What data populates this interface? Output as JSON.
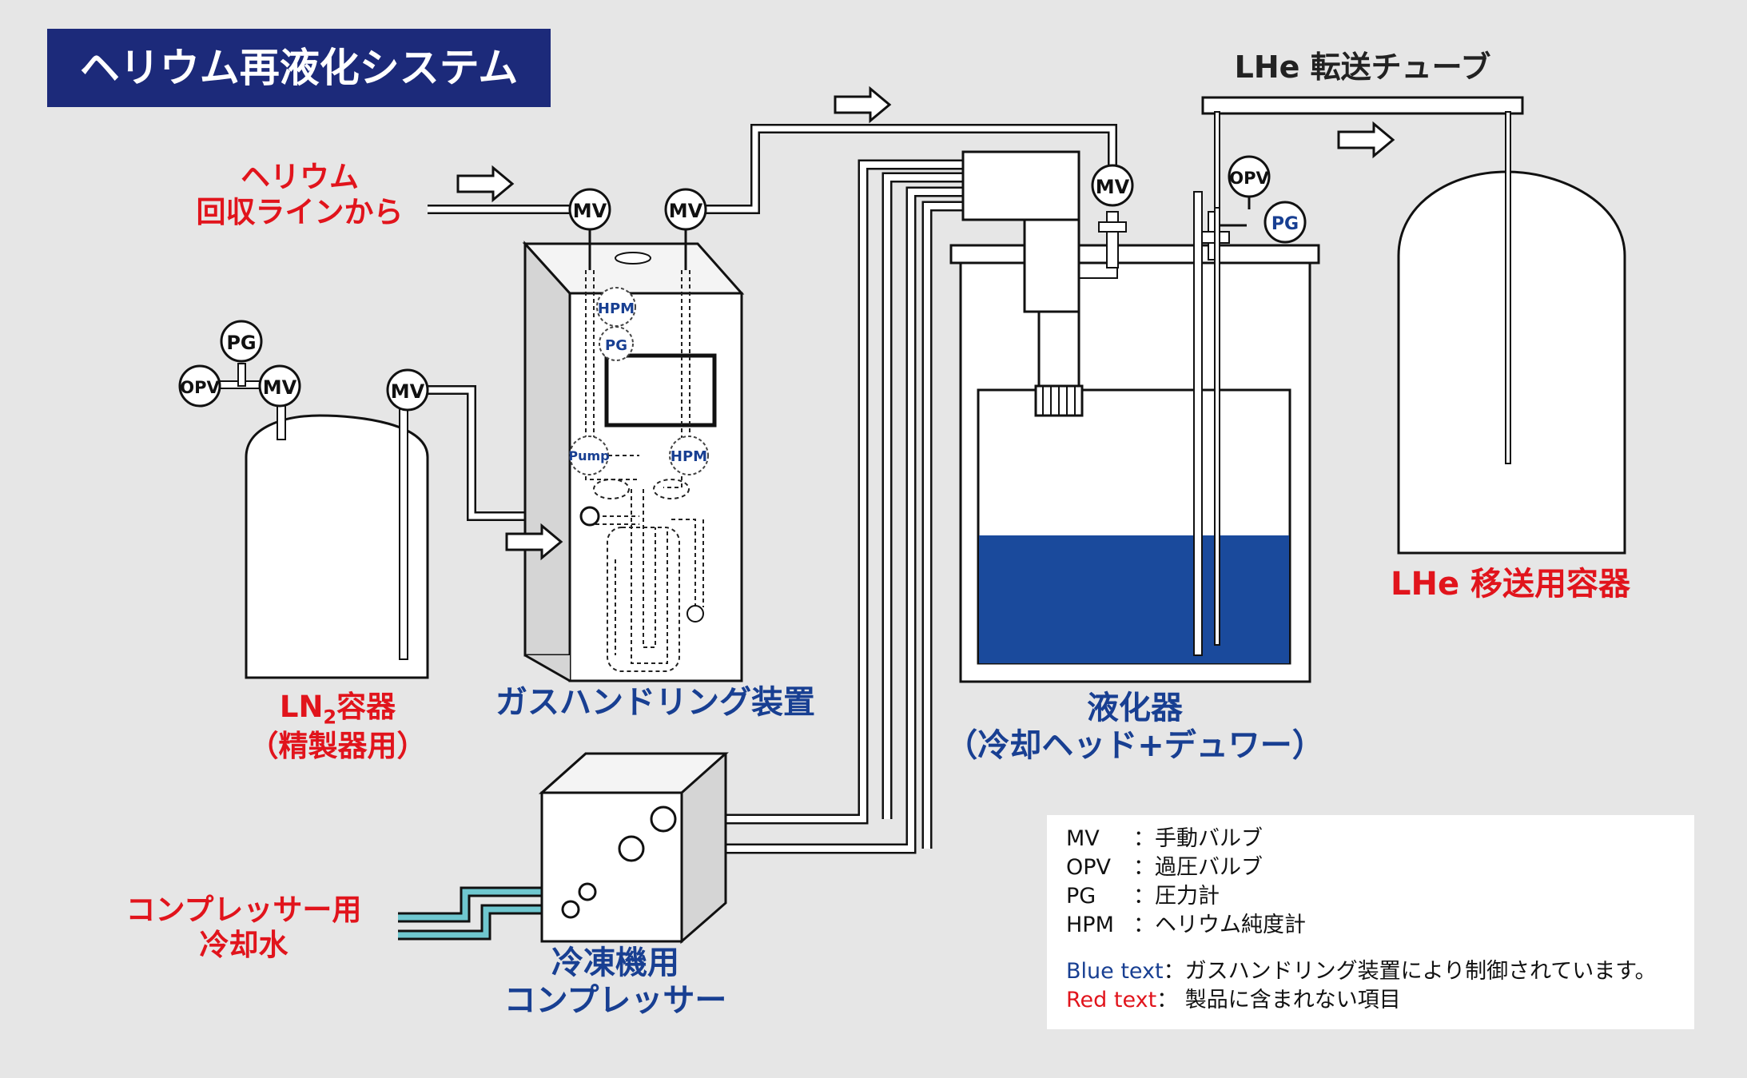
{
  "title": "ヘリウム再液化システム",
  "gauges": {
    "mv": "MV",
    "opv": "OPV",
    "pg": "PG",
    "hpm": "HPM",
    "pump": "Pump"
  },
  "labels": {
    "helium_source_line1": "ヘリウム",
    "helium_source_line2": "回収ラインから",
    "ln2_line1_pre": "LN",
    "ln2_line1_sub": "2",
    "ln2_line1_post": "容器",
    "ln2_line2": "（精製器用）",
    "gas_handling": "ガスハンドリング装置",
    "liquefier_line1": "液化器",
    "liquefier_line2": "（冷却ヘッド+デュワー）",
    "transfer_tube": "LHe 転送チューブ",
    "lhe_container": "LHe 移送用容器",
    "compressor_water_line1": "コンプレッサー用",
    "compressor_water_line2": "冷却水",
    "compressor_line1": "冷凍機用",
    "compressor_line2": "コンプレッサー"
  },
  "legend": {
    "items": [
      {
        "key": "MV",
        "sep": "：",
        "value": "手動バルブ"
      },
      {
        "key": "OPV",
        "sep": "：",
        "value": "過圧バルブ"
      },
      {
        "key": "PG",
        "sep": "：",
        "value": "圧力計"
      },
      {
        "key": "HPM",
        "sep": "：",
        "value": "ヘリウム純度計"
      }
    ],
    "blue_key": "Blue text",
    "blue_value": "：ガスハンドリング装置により制御されています。",
    "red_key": "Red text",
    "red_value": "： 製品に含まれない項目"
  },
  "colors": {
    "title_bg": "#1c2a7a",
    "red": "#e1141c",
    "blue": "#183f92",
    "liquid": "#1a4a9c",
    "water": "#6fc7cf"
  }
}
